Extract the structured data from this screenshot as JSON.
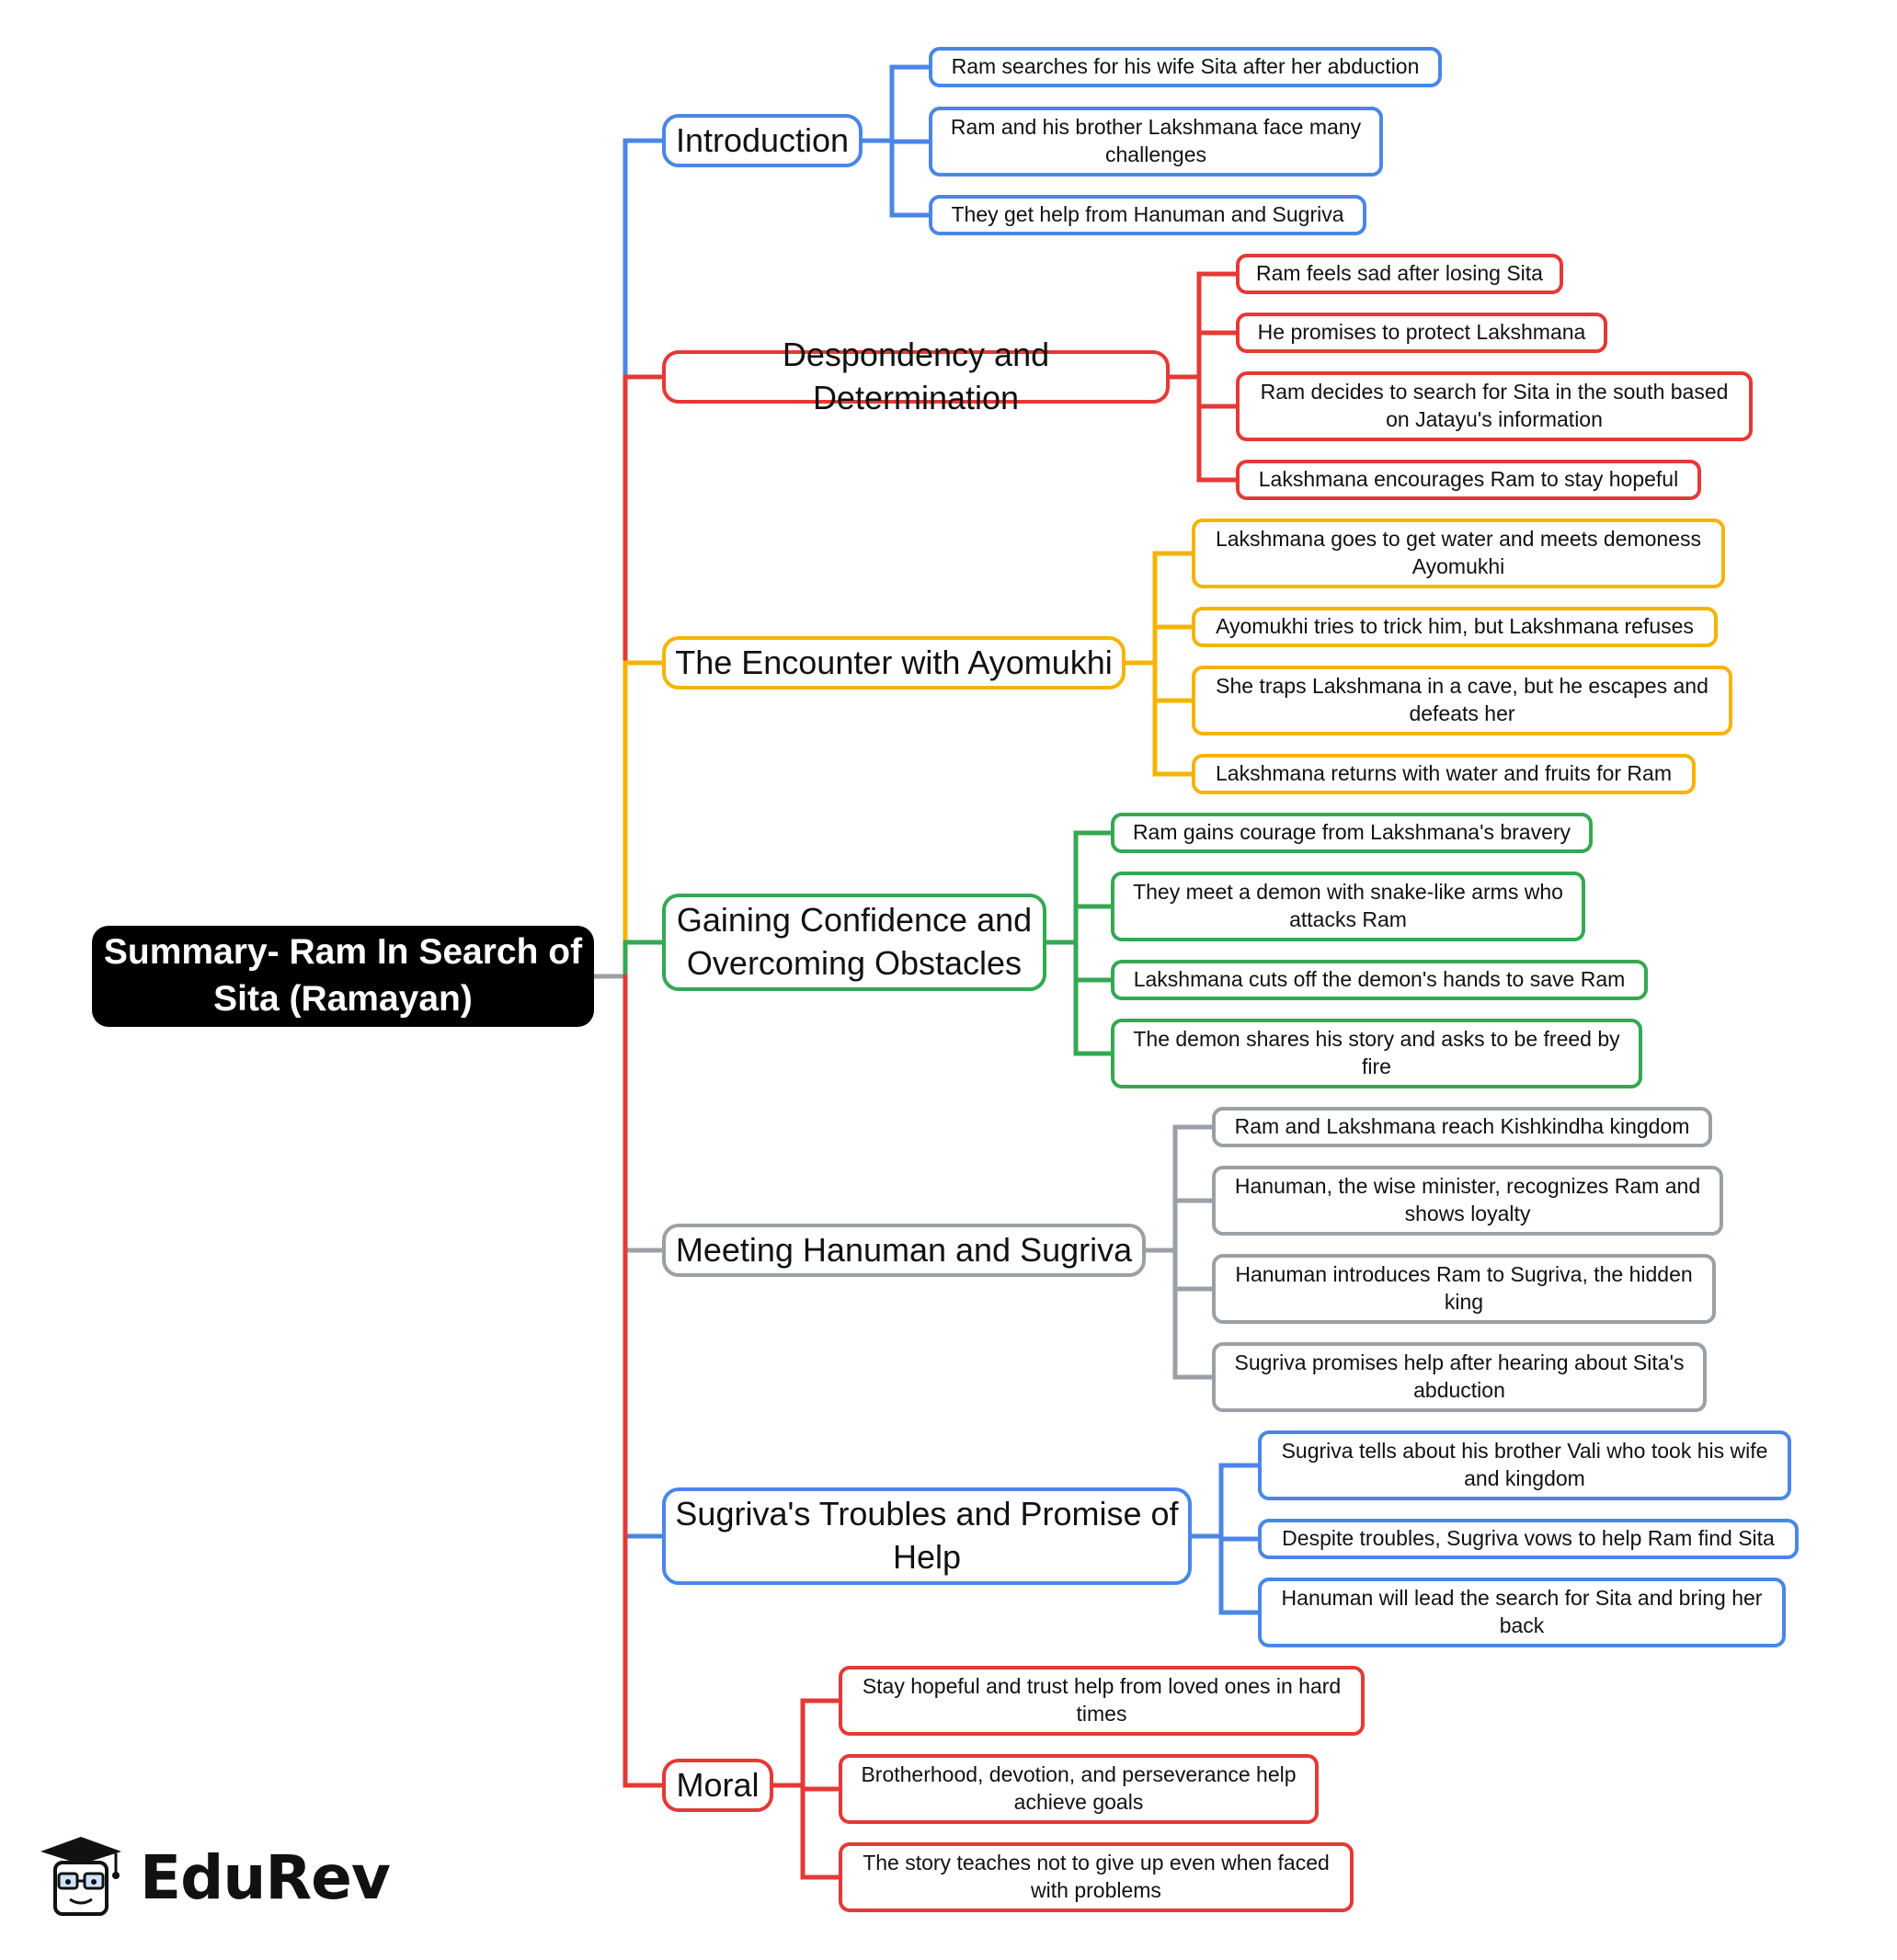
{
  "root": {
    "label": "Summary- Ram In Search of Sita (Ramayan)"
  },
  "branches": [
    {
      "label": "Introduction",
      "color": "#4a86e8",
      "items": [
        "Ram searches for his wife Sita after her abduction",
        "Ram and his brother Lakshmana face many challenges",
        "They get help from Hanuman and Sugriva"
      ]
    },
    {
      "label": "Despondency and Determination",
      "color": "#e53935",
      "items": [
        "Ram feels sad after losing Sita",
        "He promises to protect Lakshmana",
        "Ram decides to search for Sita in the south based on Jatayu's information",
        "Lakshmana encourages Ram to stay hopeful"
      ]
    },
    {
      "label": "The Encounter with Ayomukhi",
      "color": "#f4b400",
      "items": [
        "Lakshmana goes to get water and meets demoness Ayomukhi",
        "Ayomukhi tries to trick him, but Lakshmana refuses",
        "She traps Lakshmana in a cave, but he escapes and defeats her",
        "Lakshmana returns with water and fruits for Ram"
      ]
    },
    {
      "label": "Gaining Confidence and Overcoming Obstacles",
      "color": "#34a853",
      "items": [
        "Ram gains courage from Lakshmana's bravery",
        "They meet a demon with snake-like arms who attacks Ram",
        "Lakshmana cuts off the demon's hands to save Ram",
        "The demon shares his story and asks to be freed by fire"
      ]
    },
    {
      "label": "Meeting Hanuman and Sugriva",
      "color": "#9aa0a6",
      "items": [
        "Ram and Lakshmana reach Kishkindha kingdom",
        "Hanuman, the wise minister, recognizes Ram and shows loyalty",
        "Hanuman introduces Ram to Sugriva, the hidden king",
        "Sugriva promises help after hearing about Sita's abduction"
      ]
    },
    {
      "label": "Sugriva's Troubles and Promise of Help",
      "color": "#4a86e8",
      "items": [
        "Sugriva tells about his brother Vali who took his wife and kingdom",
        "Despite troubles, Sugriva vows to help Ram find Sita",
        "Hanuman will lead the search for Sita and bring her back"
      ]
    },
    {
      "label": "Moral",
      "color": "#e53935",
      "items": [
        "Stay hopeful and trust help from loved ones in hard times",
        "Brotherhood, devotion, and perseverance help achieve goals",
        "The story teaches not to give up even when faced with problems"
      ]
    }
  ],
  "logo": {
    "text": "EduRev",
    "icon": "graduate-mascot-icon"
  }
}
